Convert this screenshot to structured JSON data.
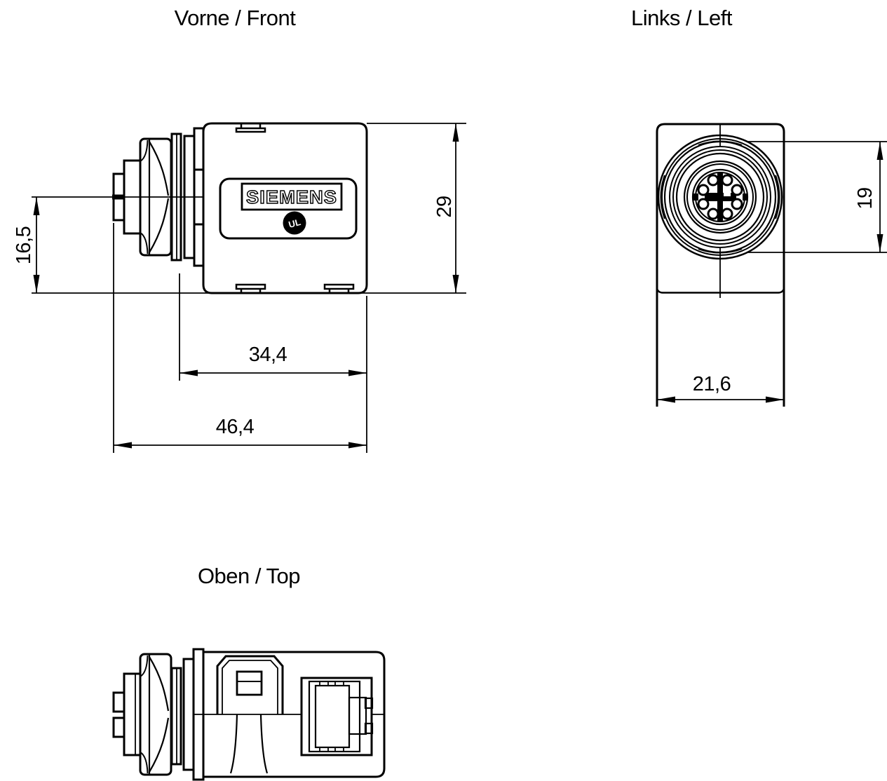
{
  "page": {
    "background": "#ffffff",
    "line_color": "#000000"
  },
  "views": {
    "front": {
      "label": "Vorne / Front",
      "dims": {
        "axis_offset": "16,5",
        "height": "29",
        "body_width": "34,4",
        "total_width": "46,4"
      }
    },
    "left": {
      "label": "Links / Left",
      "dims": {
        "connector_diameter": "19",
        "width": "21,6"
      }
    },
    "top": {
      "label": "Oben / Top"
    }
  },
  "branding": {
    "logo": "SIEMENS",
    "cert_mark": "UL"
  }
}
